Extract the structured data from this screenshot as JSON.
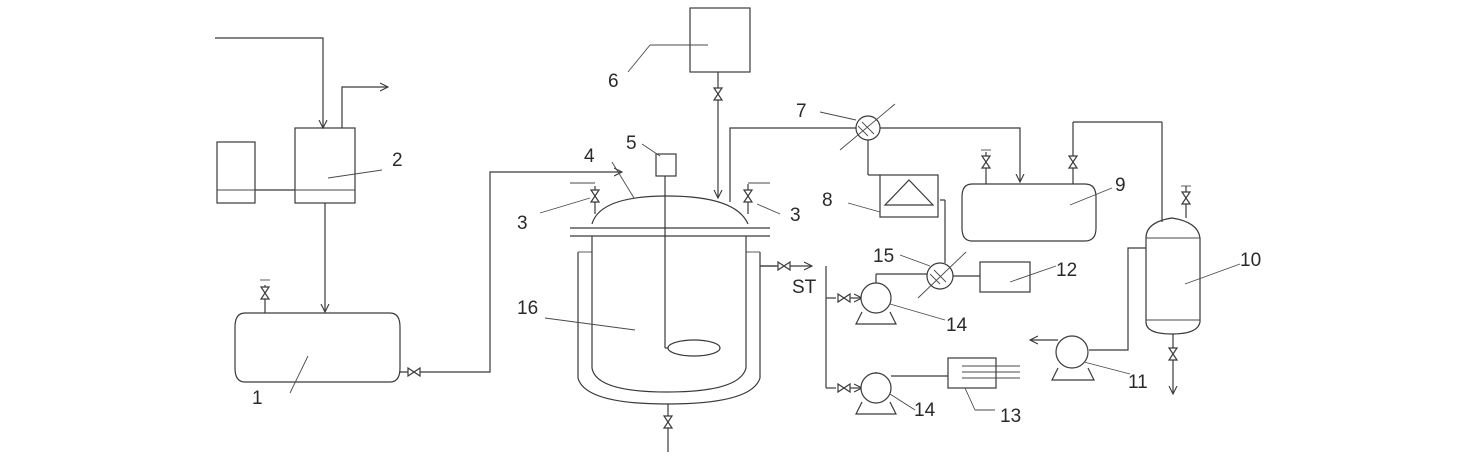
{
  "diagram": {
    "labels": {
      "l1": "1",
      "l2": "2",
      "l3a": "3",
      "l3b": "3",
      "l4": "4",
      "l5": "5",
      "l6": "6",
      "l7": "7",
      "l8": "8",
      "l9": "9",
      "l10": "10",
      "l11": "11",
      "l12": "12",
      "l13": "13",
      "l14a": "14",
      "l14b": "14",
      "l15": "15",
      "l16": "16",
      "st": "ST"
    },
    "icons": {
      "valve": "bowtie-valve-icon",
      "pump": "centrifugal-pump-icon",
      "heat_exchanger": "circle-exchanger-icon"
    },
    "colors": {
      "line": "#3a3a3a",
      "text": "#2a2a2a",
      "background": "#ffffff"
    }
  }
}
